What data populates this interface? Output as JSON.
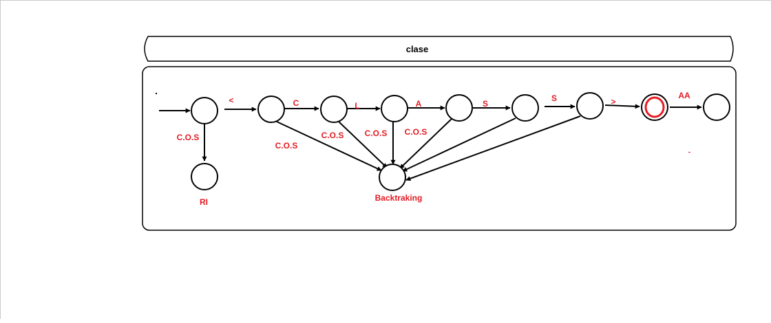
{
  "header": {
    "title": "clase"
  },
  "labels": {
    "lt": "<",
    "c": "C",
    "l": "L",
    "a": "A",
    "s1": "S",
    "s2": "S",
    "gt": ">",
    "aa": "AA",
    "cos_down": "C.O.S",
    "cos_1": "C.O.S",
    "cos_2": "C.O.S",
    "cos_3": "C.O.S",
    "cos_4": "C.O.S",
    "ri": "RI",
    "backtracking": "Backtraking"
  },
  "colors": {
    "label": "#e31b23",
    "accept_ring": "#e31b23",
    "stroke": "#000000"
  }
}
